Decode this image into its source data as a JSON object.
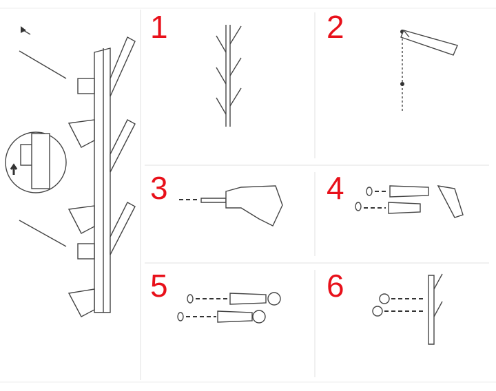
{
  "steps": [
    {
      "number": "1",
      "icon": "coat-rack-ruler-icon"
    },
    {
      "number": "2",
      "icon": "pencil-mark-icon"
    },
    {
      "number": "3",
      "icon": "drill-icon"
    },
    {
      "number": "4",
      "icon": "hammer-anchor-icon"
    },
    {
      "number": "5",
      "icon": "screws-icon"
    },
    {
      "number": "6",
      "icon": "mount-rack-icon"
    }
  ],
  "colors": {
    "step_number": "#e8101a",
    "line": "#444444",
    "divider": "#e2e2e2"
  }
}
